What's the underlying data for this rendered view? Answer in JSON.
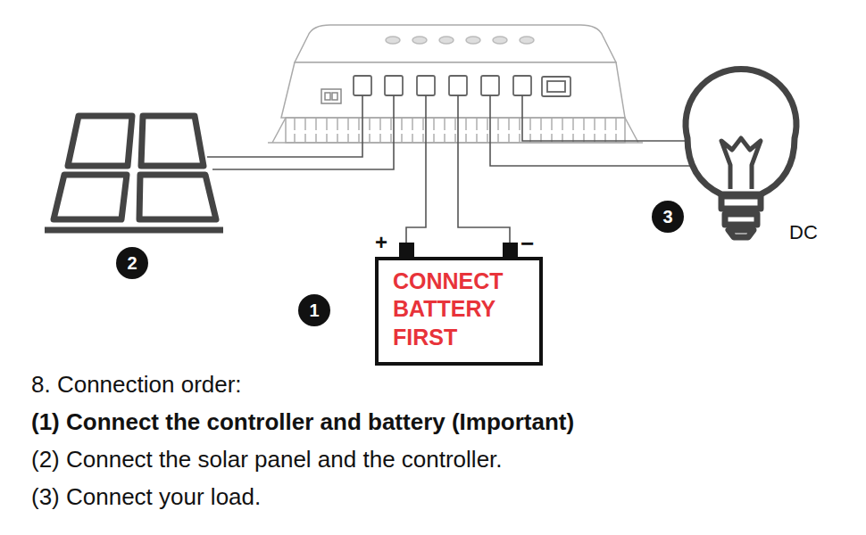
{
  "diagram": {
    "nodes": [
      {
        "text": [
          "CONNECT BATTERY FIRST"
        ]
      }
    ],
    "labels": [
      "+",
      "−",
      "1",
      "2",
      "3",
      "DC",
      "8. Connection order:",
      "(1) Connect the controller and battery (Important)",
      "(2) Connect the solar panel and the controller.",
      "(3) Connect your load."
    ]
  }
}
